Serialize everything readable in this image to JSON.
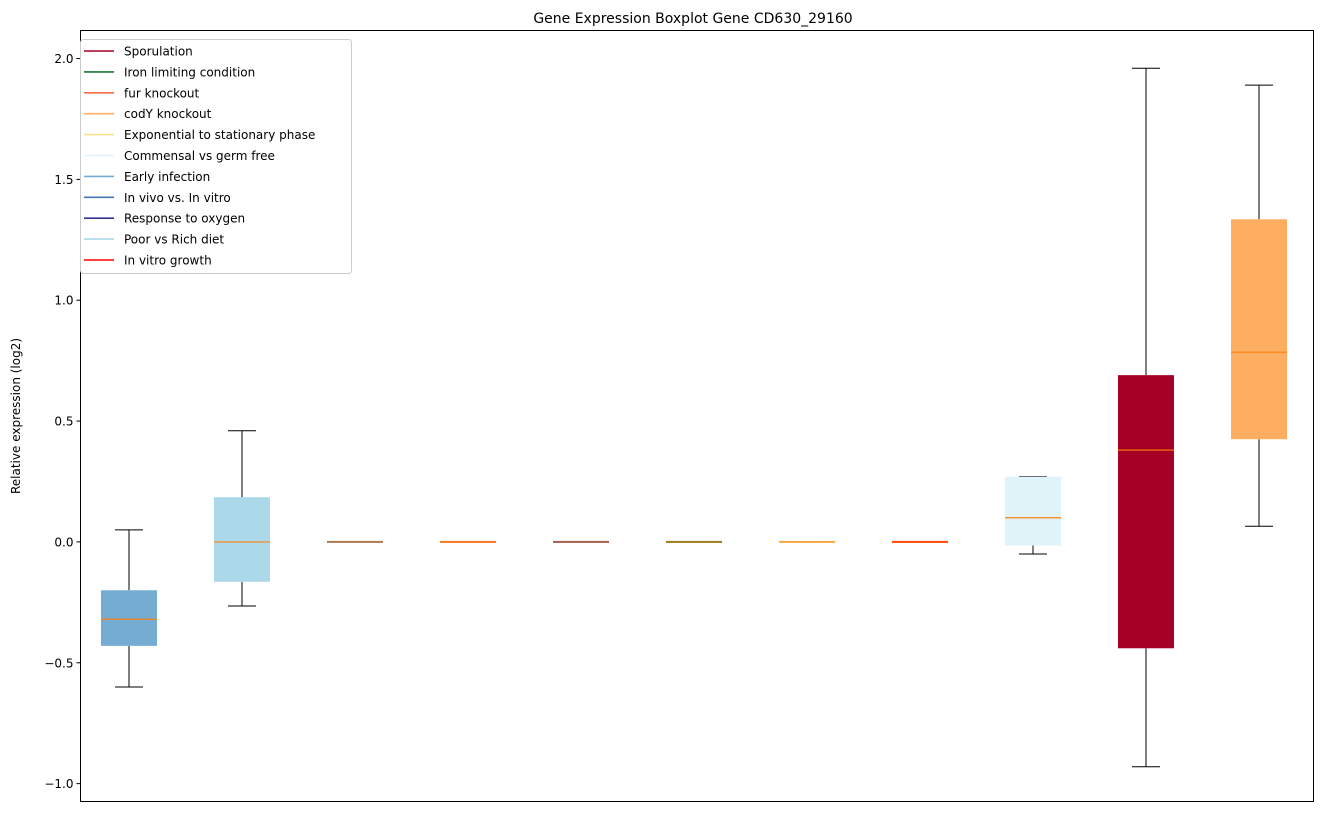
{
  "chart_data": {
    "type": "box",
    "title": "Gene Expression Boxplot Gene CD630_29160",
    "xlabel": "",
    "ylabel": "Relative expression (log2)",
    "ylim": [
      -1.074,
      2.116
    ],
    "yticks": [
      -1.0,
      -0.5,
      0.0,
      0.5,
      1.0,
      1.5,
      2.0
    ],
    "ytick_labels": [
      "−1.0",
      "−0.5",
      "0.0",
      "0.5",
      "1.0",
      "1.5",
      "2.0"
    ],
    "grid": false,
    "legend_position": "top-left",
    "median_color": "#ff7f0e",
    "legend": [
      {
        "label": "Sporulation",
        "color": "#a50026"
      },
      {
        "label": "Iron limiting condition",
        "color": "#1b7837"
      },
      {
        "label": "fur knockout",
        "color": "#f46d43"
      },
      {
        "label": "codY knockout",
        "color": "#fdae61"
      },
      {
        "label": "Exponential to stationary phase",
        "color": "#fee090"
      },
      {
        "label": "Commensal vs germ free",
        "color": "#e0f3f8"
      },
      {
        "label": "Early infection",
        "color": "#74add1"
      },
      {
        "label": "In vivo vs. In vitro",
        "color": "#4575b4"
      },
      {
        "label": "Response to oxygen",
        "color": "#313695"
      },
      {
        "label": "Poor vs Rich diet",
        "color": "#abd9e9"
      },
      {
        "label": "In vitro growth",
        "color": "#ff0000"
      }
    ],
    "boxes": [
      {
        "group": "Early infection",
        "color": "#74add1",
        "low": -0.6,
        "q1": -0.43,
        "median": -0.32,
        "q3": -0.2,
        "high": 0.05
      },
      {
        "group": "Poor vs Rich diet",
        "color": "#abd9e9",
        "low": -0.265,
        "q1": -0.165,
        "median": 0.0,
        "q3": 0.185,
        "high": 0.46
      },
      {
        "group": "In vivo vs. In vitro",
        "color": "#4575b4",
        "low": 0,
        "q1": 0,
        "median": 0,
        "q3": 0,
        "high": 0
      },
      {
        "group": "fur knockout",
        "color": "#f46d43",
        "low": 0,
        "q1": 0,
        "median": 0,
        "q3": 0,
        "high": 0
      },
      {
        "group": "Response to oxygen",
        "color": "#313695",
        "low": 0,
        "q1": 0,
        "median": 0,
        "q3": 0,
        "high": 0
      },
      {
        "group": "Iron limiting condition",
        "color": "#1b7837",
        "low": 0,
        "q1": 0,
        "median": 0,
        "q3": 0,
        "high": 0
      },
      {
        "group": "Exponential to stationary phase",
        "color": "#fee090",
        "low": 0,
        "q1": 0,
        "median": 0,
        "q3": 0,
        "high": 0
      },
      {
        "group": "In vitro growth",
        "color": "#ff0000",
        "low": 0,
        "q1": 0,
        "median": 0,
        "q3": 0,
        "high": 0
      },
      {
        "group": "Commensal vs germ free",
        "color": "#e0f3f8",
        "low": -0.05,
        "q1": -0.015,
        "median": 0.1,
        "q3": 0.27,
        "high": 0.27
      },
      {
        "group": "Sporulation",
        "color": "#a50026",
        "low": -0.93,
        "q1": -0.44,
        "median": 0.38,
        "q3": 0.69,
        "high": 1.96
      },
      {
        "group": "codY knockout",
        "color": "#fdae61",
        "low": 0.065,
        "q1": 0.425,
        "median": 0.785,
        "q3": 1.335,
        "high": 1.89
      }
    ]
  }
}
